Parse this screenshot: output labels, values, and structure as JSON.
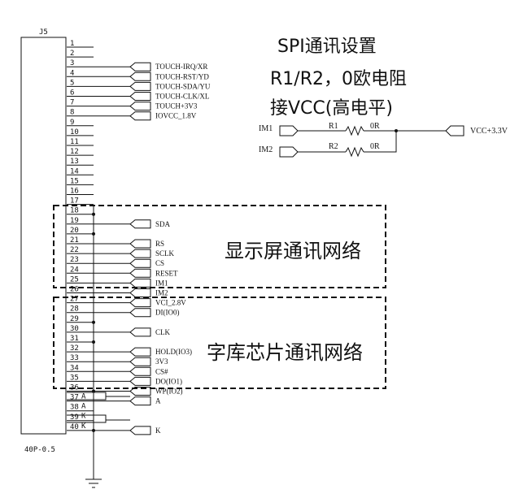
{
  "connector": {
    "ref": "J5",
    "part": "40P-0.5",
    "pins": [
      "1",
      "2",
      "3",
      "4",
      "5",
      "6",
      "7",
      "8",
      "9",
      "10",
      "11",
      "12",
      "13",
      "14",
      "15",
      "16",
      "17",
      "18",
      "19",
      "20",
      "21",
      "22",
      "23",
      "24",
      "25",
      "26",
      "27",
      "28",
      "29",
      "30",
      "31",
      "32",
      "33",
      "34",
      "35",
      "36",
      "37",
      "38",
      "39",
      "40"
    ],
    "pin_letters": {
      "36": "A",
      "37": "A",
      "38": "K",
      "39": "K"
    }
  },
  "nets": {
    "p3": "TOUCH-IRQ/XR",
    "p4": "TOUCH-RST/YD",
    "p5": "TOUCH-SDA/YU",
    "p6": "TOUCH-CLK/XL",
    "p7": "TOUCH+3V3",
    "p8": "IOVCC_1.8V",
    "p19": "SDA",
    "p21": "RS",
    "p22": "SCLK",
    "p23": "CS",
    "p24": "RESET",
    "p25": "IM1",
    "p26": "IM2",
    "p27": "VCI_2.8V",
    "p28": "DI(IO0)",
    "p30": "CLK",
    "p32": "HOLD(IO3)",
    "p33": "3V3",
    "p34": "CS#",
    "p35": "DO(IO1)",
    "p36": "WP(IO2)",
    "p37": "A",
    "p40": "K"
  },
  "spi_config": {
    "title_line1": "SPI通讯设置",
    "title_line2": "R1/R2，0欧电阻",
    "title_line3": "接VCC(高电平)",
    "im1": "IM1",
    "im2": "IM2",
    "r1": "R1",
    "r2": "R2",
    "r1_value": "0R",
    "r2_value": "0R",
    "vcc": "VCC+3.3V"
  },
  "groups": {
    "display": "显示屏通讯网络",
    "flash": "字库芯片通讯网络"
  },
  "colors": {
    "line": "#111111",
    "background": "#ffffff"
  }
}
